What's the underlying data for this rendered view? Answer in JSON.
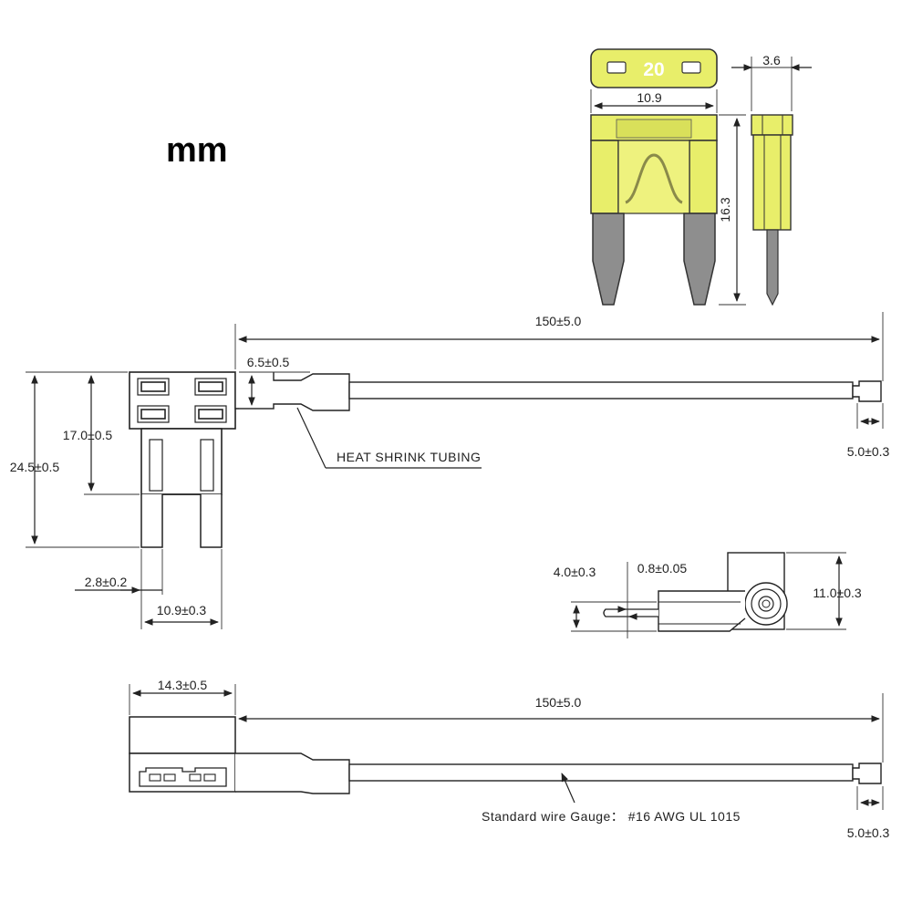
{
  "unit_label": "mm",
  "fuse": {
    "rating": "20",
    "colors": {
      "yellow": "#e8ee6a",
      "yellow_dark": "#c9d13a",
      "blade": "#8e8e8e",
      "outline": "#333333"
    },
    "dims": {
      "width": "10.9",
      "height": "16.3",
      "thickness": "3.6"
    }
  },
  "tap_front": {
    "length": "150±5.0",
    "tube": "6.5±0.5",
    "height_total": "24.5±0.5",
    "height_body": "17.0±0.5",
    "blade": "2.8±0.2",
    "width": "10.9±0.3",
    "terminal": "5.0±0.3",
    "heat_shrink": "HEAT SHRINK TUBING"
  },
  "ring_terminal": {
    "d1": "4.0±0.3",
    "d2": "0.8±0.05",
    "d3": "11.0±0.3"
  },
  "tap_side": {
    "width": "14.3±0.5",
    "length": "150±5.0",
    "terminal": "5.0±0.3",
    "wire_gauge": "Standard wire Gauge： #16 AWG UL 1015"
  }
}
